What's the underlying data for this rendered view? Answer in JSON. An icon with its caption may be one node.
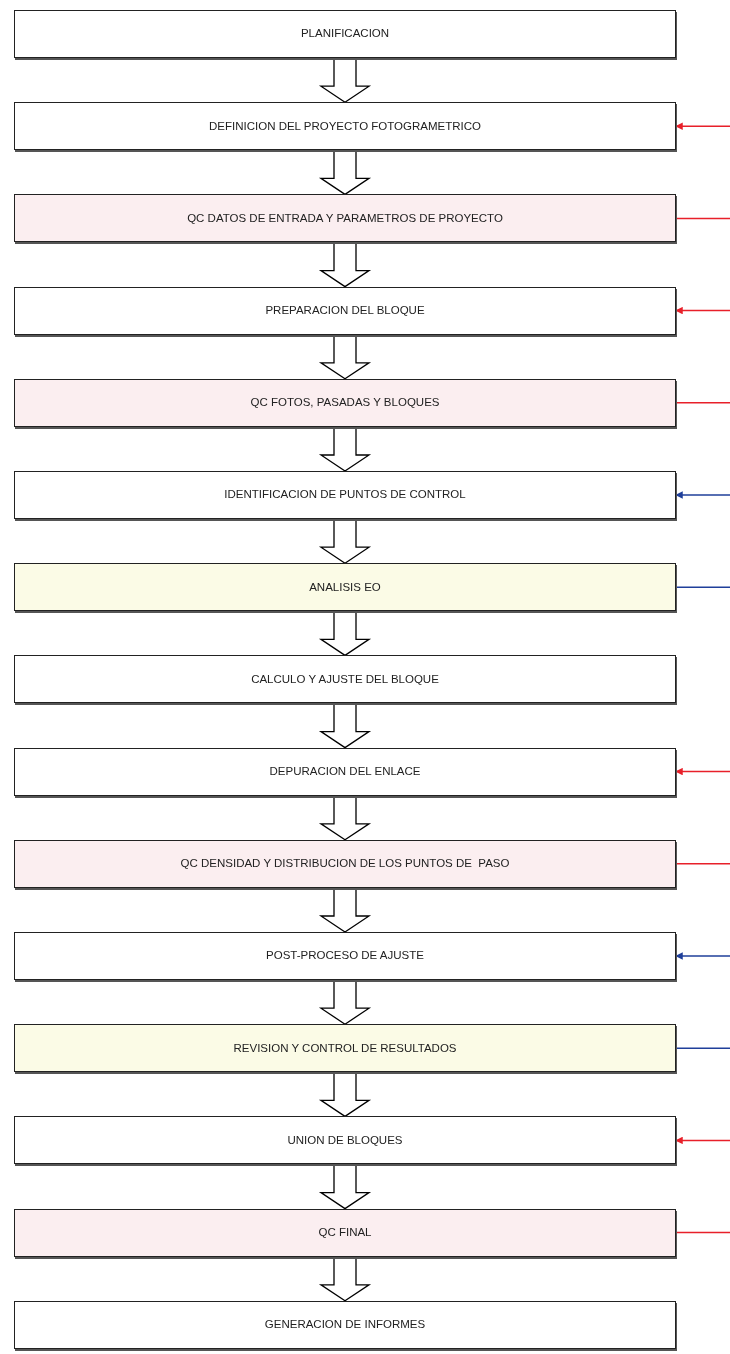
{
  "diagram": {
    "nodes": [
      {
        "text": [
          "PLANIFICACION"
        ]
      },
      {
        "text": [
          "DEFINICION DEL PROYECTO FOTOGRAMETRICO"
        ]
      },
      {
        "text": [
          "QC DATOS DE ENTRADA Y PARAMETROS DE PROYECTO"
        ]
      },
      {
        "text": [
          "PREPARACION DEL BLOQUE"
        ]
      },
      {
        "text": [
          "QC FOTOS, PASADAS Y BLOQUES"
        ]
      },
      {
        "text": [
          "IDENTIFICACION DE PUNTOS DE CONTROL"
        ]
      },
      {
        "text": [
          "ANALISIS EO"
        ]
      },
      {
        "text": [
          "CALCULO Y AJUSTE DEL BLOQUE"
        ]
      },
      {
        "text": [
          "DEPURACION DEL ENLACE"
        ]
      },
      {
        "text": [
          "QC DENSIDAD Y DISTRIBUCION DE LOS PUNTOS DE  PASO"
        ]
      },
      {
        "text": [
          "POST-PROCESO DE AJUSTE"
        ]
      },
      {
        "text": [
          "REVISION Y CONTROL DE RESULTADOS"
        ]
      },
      {
        "text": [
          "UNION DE BLOQUES"
        ]
      },
      {
        "text": [
          "QC FINAL"
        ]
      },
      {
        "text": [
          "GENERACION DE INFORMES"
        ]
      }
    ],
    "edges": [
      {
        "from": 0,
        "to": 1,
        "arrow": "to"
      },
      {
        "from": 1,
        "to": 2,
        "arrow": "to"
      },
      {
        "from": 2,
        "to": 3,
        "arrow": "to"
      },
      {
        "from": 3,
        "to": 4,
        "arrow": "to"
      },
      {
        "from": 4,
        "to": 5,
        "arrow": "to"
      },
      {
        "from": 5,
        "to": 6,
        "arrow": "to"
      },
      {
        "from": 6,
        "to": 7,
        "arrow": "to"
      },
      {
        "from": 7,
        "to": 8,
        "arrow": "to"
      },
      {
        "from": 8,
        "to": 9,
        "arrow": "to"
      },
      {
        "from": 9,
        "to": 10,
        "arrow": "to"
      },
      {
        "from": 10,
        "to": 11,
        "arrow": "to"
      },
      {
        "from": 11,
        "to": 12,
        "arrow": "to"
      },
      {
        "from": 12,
        "to": 13,
        "arrow": "to"
      },
      {
        "from": 13,
        "to": 14,
        "arrow": "to"
      },
      {
        "from": null,
        "to": 1,
        "arrow": "to",
        "color": "#e8202a"
      },
      {
        "from": 2,
        "to": null,
        "arrow": "none",
        "color": "#e8202a"
      },
      {
        "from": null,
        "to": 3,
        "arrow": "to",
        "color": "#e8202a"
      },
      {
        "from": 4,
        "to": null,
        "arrow": "none",
        "color": "#e8202a"
      },
      {
        "from": null,
        "to": 5,
        "arrow": "to",
        "color": "#1f3f9a"
      },
      {
        "from": 6,
        "to": null,
        "arrow": "none",
        "color": "#1f3f9a"
      },
      {
        "from": null,
        "to": 8,
        "arrow": "to",
        "color": "#e8202a"
      },
      {
        "from": 9,
        "to": null,
        "arrow": "none",
        "color": "#e8202a"
      },
      {
        "from": null,
        "to": 10,
        "arrow": "to",
        "color": "#1f3f9a"
      },
      {
        "from": 11,
        "to": null,
        "arrow": "none",
        "color": "#1f3f9a"
      },
      {
        "from": null,
        "to": 12,
        "arrow": "to",
        "color": "#e8202a"
      },
      {
        "from": 13,
        "to": null,
        "arrow": "none",
        "color": "#e8202a"
      }
    ]
  }
}
